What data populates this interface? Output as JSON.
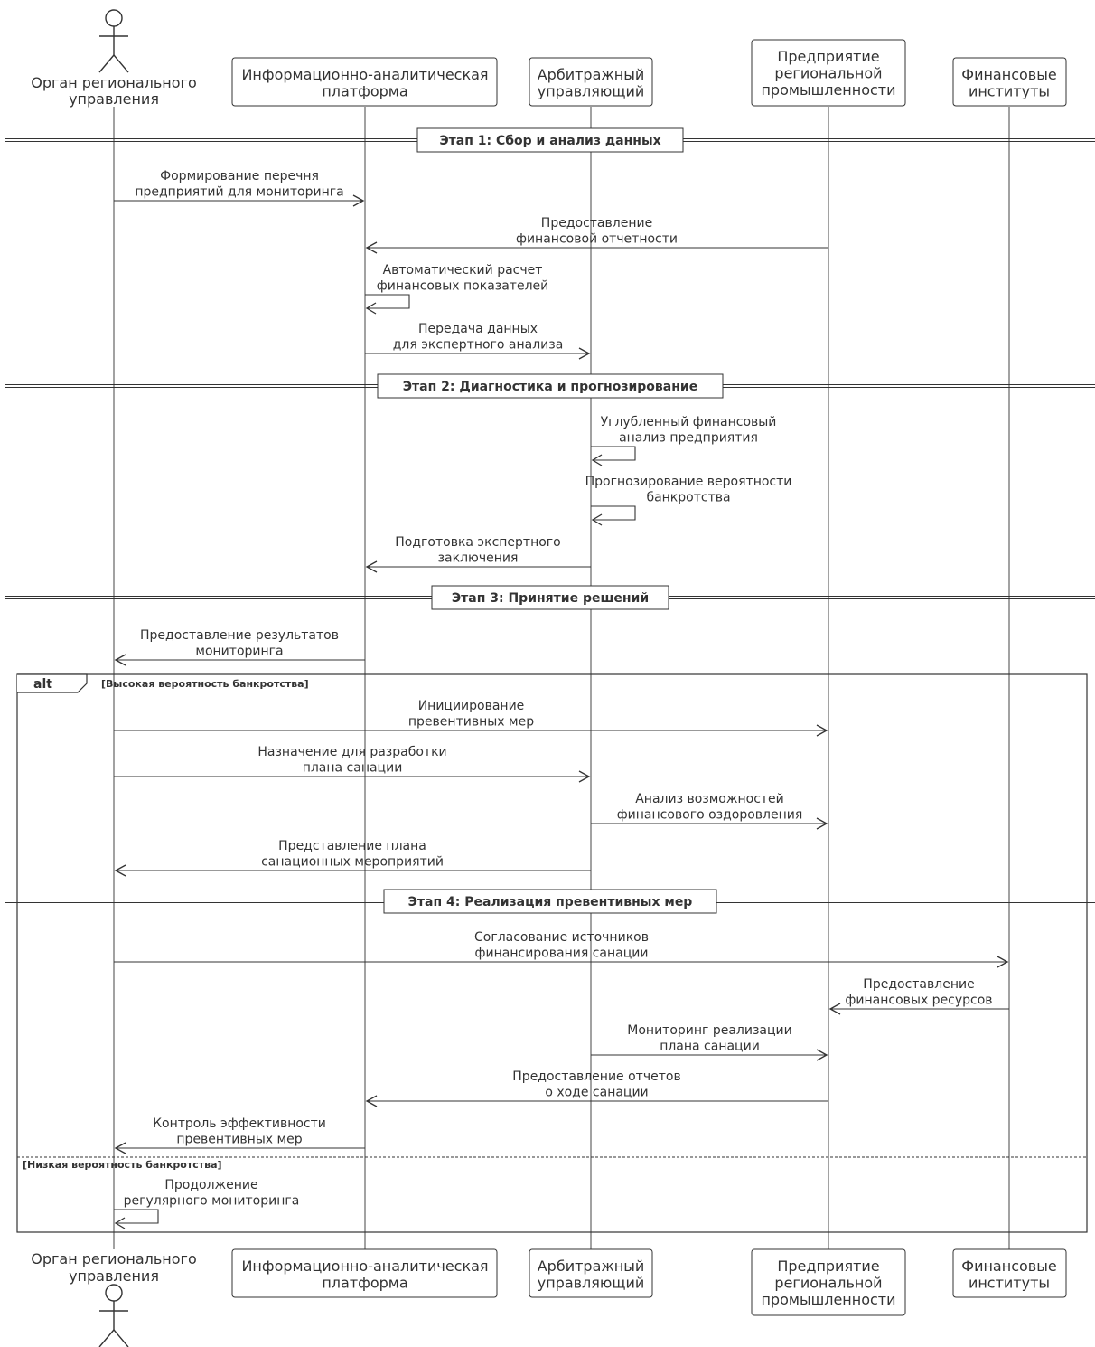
{
  "participants": [
    {
      "id": "org",
      "label": [
        "Орган регионального",
        "управления"
      ],
      "kind": "actor"
    },
    {
      "id": "platform",
      "label": [
        "Информационно-аналитическая",
        "платформа"
      ],
      "kind": "box"
    },
    {
      "id": "arb",
      "label": [
        "Арбитражный",
        "управляющий"
      ],
      "kind": "box"
    },
    {
      "id": "ent",
      "label": [
        "Предприятие",
        "региональной",
        "промышленности"
      ],
      "kind": "box"
    },
    {
      "id": "fin",
      "label": [
        "Финансовые",
        "институты"
      ],
      "kind": "box"
    }
  ],
  "stages": [
    "Этап 1: Сбор и анализ данных",
    "Этап 2: Диагностика и прогнозирование",
    "Этап 3: Принятие решений",
    "Этап 4: Реализация превентивных мер"
  ],
  "messages": [
    {
      "from": "org",
      "to": "platform",
      "label": [
        "Формирование перечня",
        "предприятий для мониторинга"
      ]
    },
    {
      "from": "ent",
      "to": "platform",
      "label": [
        "Предоставление",
        "финансовой отчетности"
      ]
    },
    {
      "from": "platform",
      "to": "platform",
      "label": [
        "Автоматический расчет",
        "финансовых показателей"
      ]
    },
    {
      "from": "platform",
      "to": "arb",
      "label": [
        "Передача данных",
        "для экспертного анализа"
      ]
    },
    {
      "from": "arb",
      "to": "arb",
      "label": [
        "Углубленный финансовый",
        "анализ предприятия"
      ]
    },
    {
      "from": "arb",
      "to": "arb",
      "label": [
        "Прогнозирование вероятности",
        "банкротства"
      ]
    },
    {
      "from": "arb",
      "to": "platform",
      "label": [
        "Подготовка экспертного",
        "заключения"
      ]
    },
    {
      "from": "platform",
      "to": "org",
      "label": [
        "Предоставление результатов",
        "мониторинга"
      ]
    },
    {
      "from": "org",
      "to": "ent",
      "label": [
        "Инициирование",
        "превентивных мер"
      ]
    },
    {
      "from": "org",
      "to": "arb",
      "label": [
        "Назначение для разработки",
        "плана санации"
      ]
    },
    {
      "from": "arb",
      "to": "ent",
      "label": [
        "Анализ возможностей",
        "финансового оздоровления"
      ]
    },
    {
      "from": "arb",
      "to": "org",
      "label": [
        "Представление плана",
        "санационных мероприятий"
      ]
    },
    {
      "from": "org",
      "to": "fin",
      "label": [
        "Согласование источников",
        "финансирования санации"
      ]
    },
    {
      "from": "fin",
      "to": "ent",
      "label": [
        "Предоставление",
        "финансовых ресурсов"
      ]
    },
    {
      "from": "arb",
      "to": "ent",
      "label": [
        "Мониторинг реализации",
        "плана санации"
      ]
    },
    {
      "from": "ent",
      "to": "platform",
      "label": [
        "Предоставление отчетов",
        "о ходе санации"
      ]
    },
    {
      "from": "platform",
      "to": "org",
      "label": [
        "Контроль эффективности",
        "превентивных мер"
      ]
    },
    {
      "from": "org",
      "to": "org",
      "label": [
        "Продолжение",
        "регулярного мониторинга"
      ]
    }
  ],
  "alt": {
    "keyword": "alt",
    "guard1": "[Высокая вероятность банкротства]",
    "guard2": "[Низкая вероятность банкротства]"
  }
}
